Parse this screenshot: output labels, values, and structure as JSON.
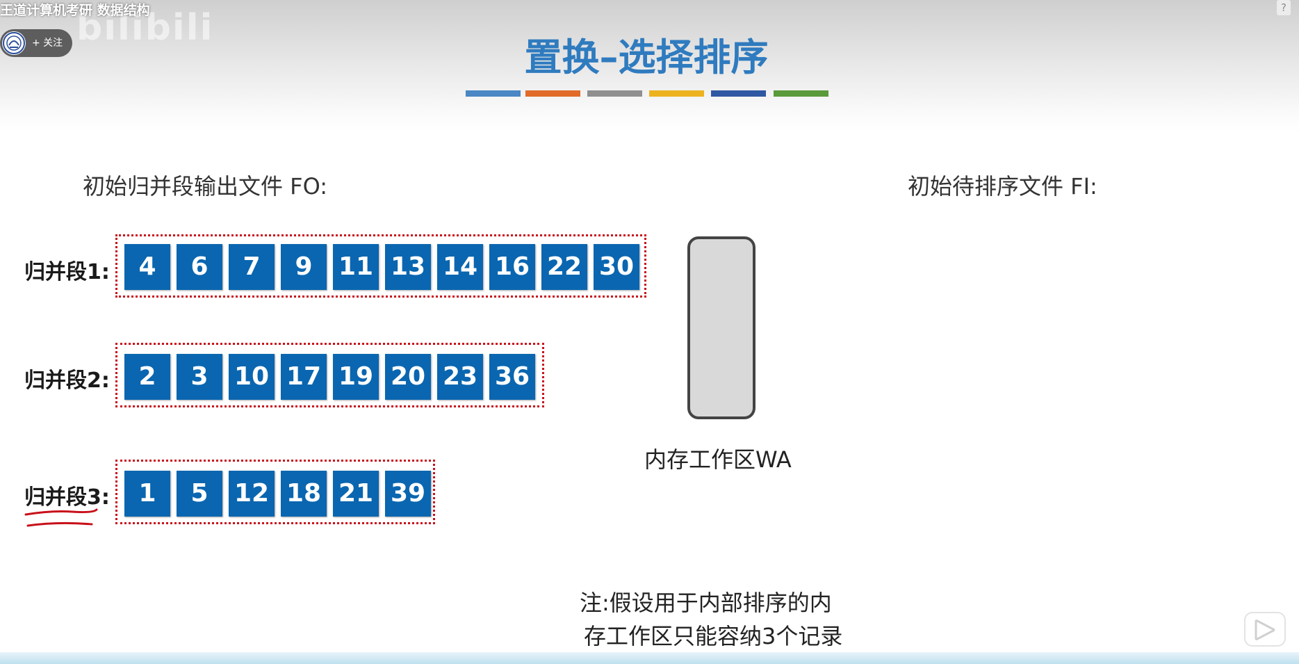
{
  "video": {
    "title": "王道计算机考研 数据结构",
    "follow_label": "+ 关注",
    "help": "?",
    "watermark": "bilibili"
  },
  "slide": {
    "title": "置换–选择排序",
    "color_bars": [
      "#4a87c4",
      "#e06b2a",
      "#8f8f8f",
      "#edb21f",
      "#3057a3",
      "#5a9a3a"
    ],
    "output_file_label": "初始归并段输出文件 FO:",
    "input_file_label": "初始待排序文件 FI:",
    "runs": [
      {
        "label": "归并段1:",
        "values": [
          "4",
          "6",
          "7",
          "9",
          "11",
          "13",
          "14",
          "16",
          "22",
          "30"
        ]
      },
      {
        "label": "归并段2:",
        "values": [
          "2",
          "3",
          "10",
          "17",
          "19",
          "20",
          "23",
          "36"
        ]
      },
      {
        "label": "归并段3:",
        "values": [
          "1",
          "5",
          "12",
          "18",
          "21",
          "39"
        ]
      }
    ],
    "work_area_label": "内存工作区WA",
    "note_line1": "注:假设用于内部排序的内",
    "note_line2": "存工作区只能容纳3个记录"
  }
}
